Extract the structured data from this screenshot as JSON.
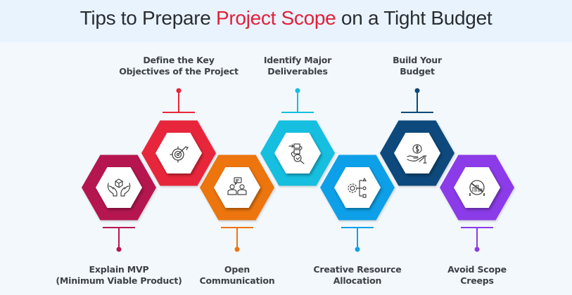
{
  "title": {
    "prefix": "Tips to Prepare ",
    "accent": "Project Scope",
    "suffix": " on a Tight Budget",
    "accent_color": "#e1203a"
  },
  "steps": [
    {
      "id": 1,
      "position": "bottom",
      "line1": "Explain MVP",
      "line2": "(Minimum Viable Product)",
      "color": "#b5174f",
      "icon": "hands-box-icon"
    },
    {
      "id": 2,
      "position": "top",
      "line1": "Define the Key",
      "line2": "Objectives of the Project",
      "color": "#e8253a",
      "icon": "target-icon"
    },
    {
      "id": 3,
      "position": "bottom",
      "line1": "Open",
      "line2": "Communication",
      "color": "#ec7411",
      "icon": "people-chat-icon"
    },
    {
      "id": 4,
      "position": "top",
      "line1": "Identify Major",
      "line2": "Deliverables",
      "color": "#13bfe0",
      "icon": "workflow-search-icon"
    },
    {
      "id": 5,
      "position": "bottom",
      "line1": "Creative Resource",
      "line2": "Allocation",
      "color": "#0fa0e8",
      "icon": "gear-shapes-icon"
    },
    {
      "id": 6,
      "position": "top",
      "line1": "Build Your",
      "line2": "Budget",
      "color": "#0b4a7c",
      "icon": "hand-coin-icon"
    },
    {
      "id": 7,
      "position": "bottom",
      "line1": "Avoid Scope",
      "line2": "Creeps",
      "color": "#8b3be8",
      "icon": "no-creep-icon"
    }
  ]
}
